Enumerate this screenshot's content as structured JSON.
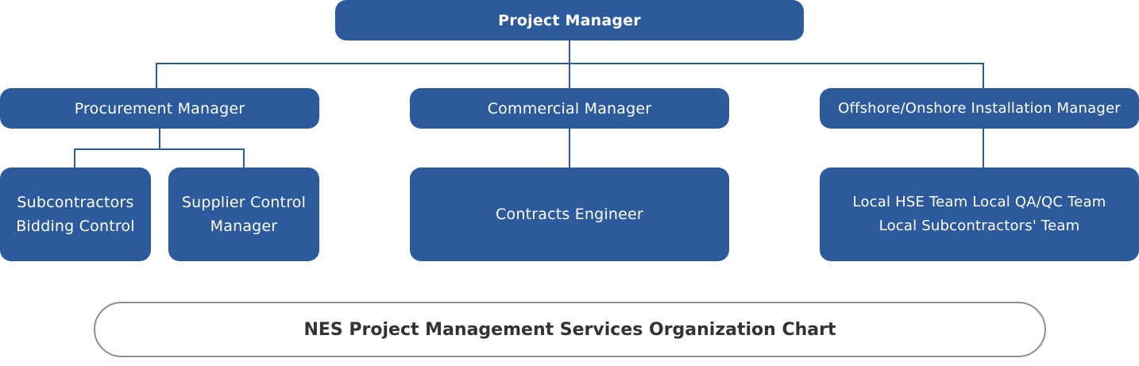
{
  "diagram": {
    "title": "NES Project Management Services Organization Chart",
    "root": {
      "label": "Project Manager"
    },
    "managers": [
      {
        "label": "Procurement Manager"
      },
      {
        "label": "Commercial Manager"
      },
      {
        "label": "Offshore/Onshore Installation Manager"
      }
    ],
    "procurement_children": [
      {
        "line1": "Subcontractors",
        "line2": "Bidding Control"
      },
      {
        "line1": "Supplier Control",
        "line2": "Manager"
      }
    ],
    "commercial_children": [
      {
        "label": "Contracts Engineer"
      }
    ],
    "installation_children": [
      {
        "line1": "Local HSE Team Local QA/QC Team",
        "line2": "Local Subcontractors' Team"
      }
    ],
    "colors": {
      "box_fill": "#2c5a9c",
      "box_text": "#ffffff",
      "caption_border": "#8f8f8f",
      "caption_text": "#333333"
    }
  }
}
